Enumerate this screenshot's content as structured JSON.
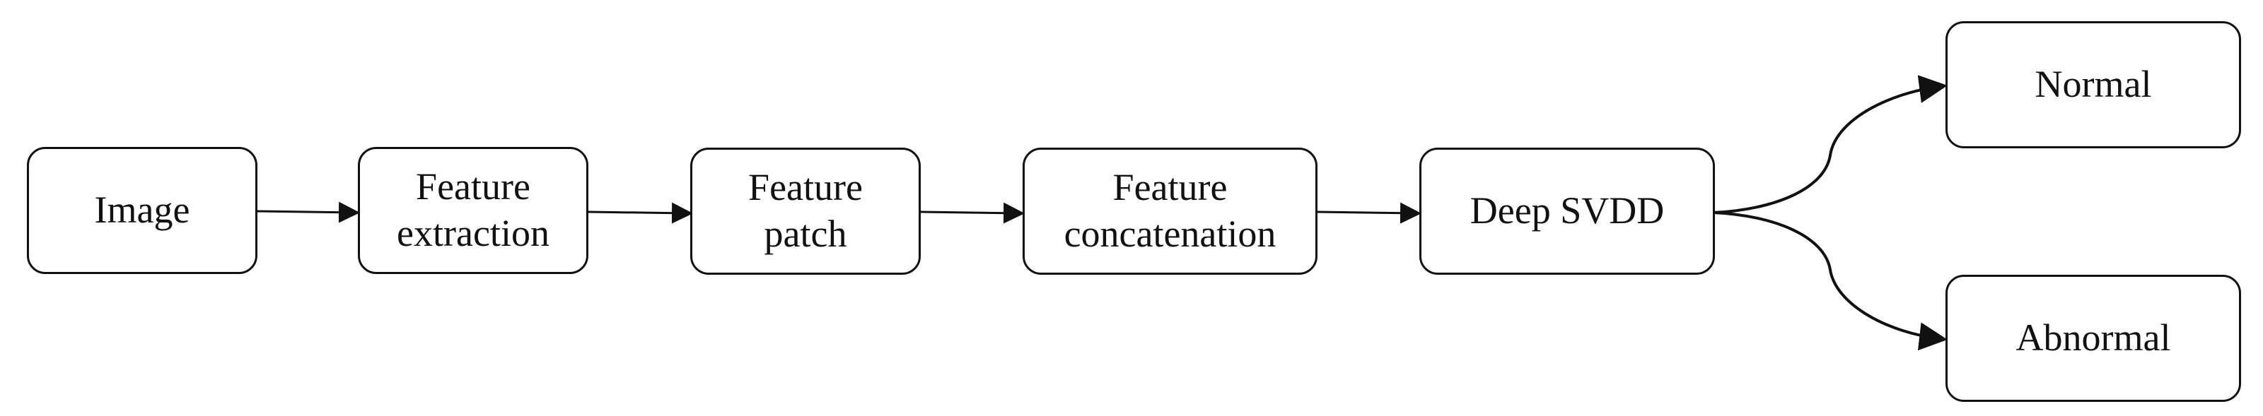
{
  "diagram": {
    "nodes": {
      "image": "Image",
      "feature_extraction": "Feature\nextraction",
      "feature_patch": "Feature\npatch",
      "feature_concatenation": "Feature\nconcatenation",
      "deep_svdd": "Deep SVDD",
      "normal": "Normal",
      "abnormal": "Abnormal"
    },
    "stroke_color": "#111111",
    "background_color": "#ffffff"
  }
}
